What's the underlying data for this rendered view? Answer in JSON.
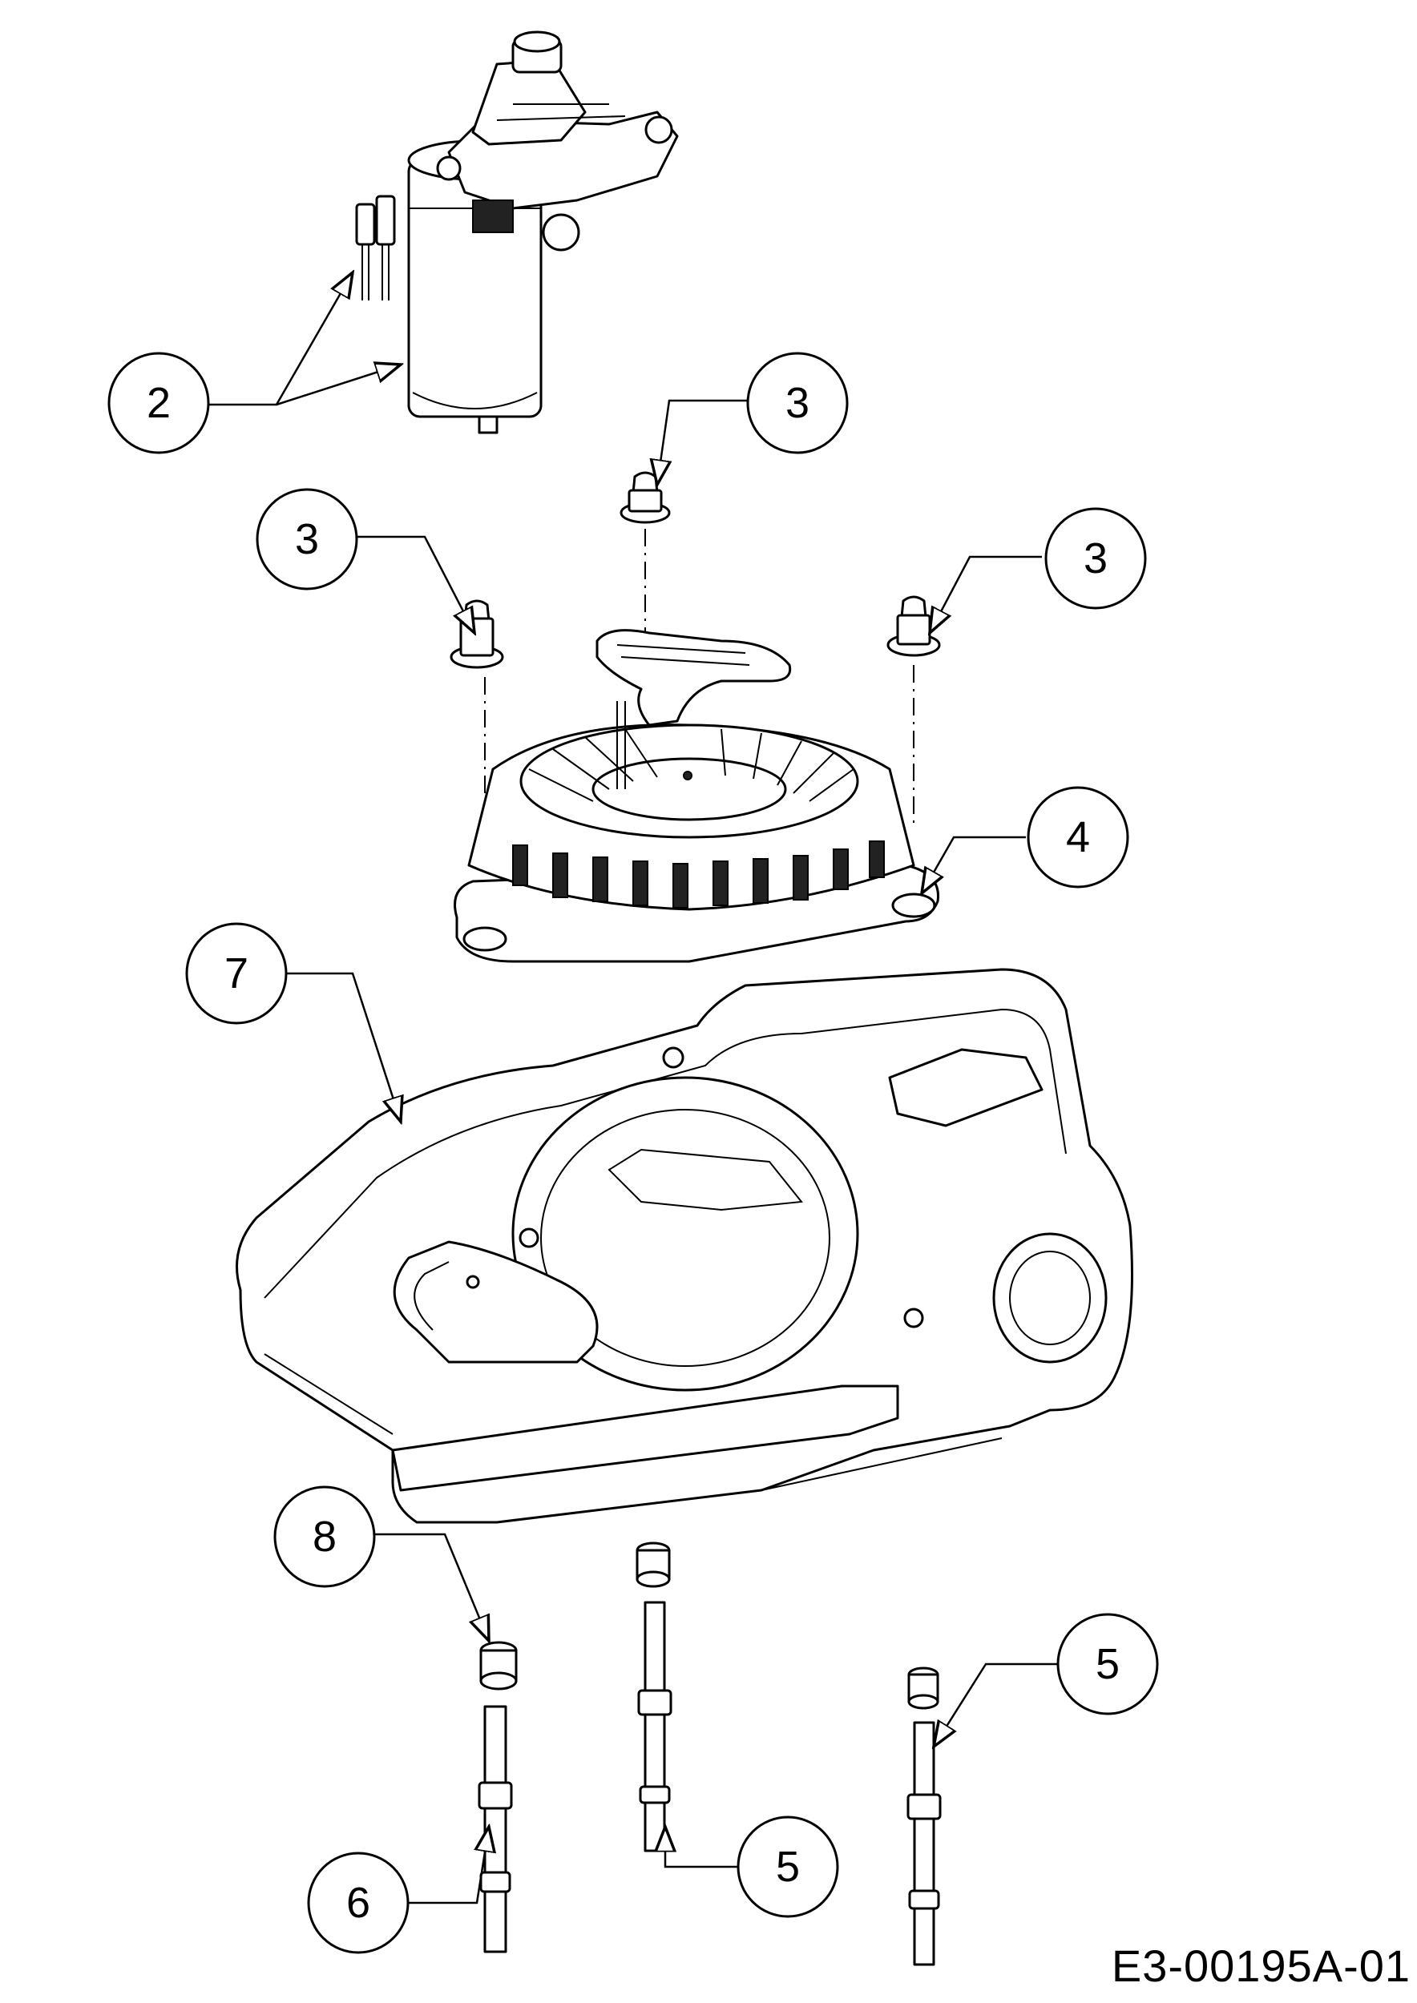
{
  "drawing": {
    "code": "E3-00195A-01"
  },
  "callouts": [
    {
      "id": "c2",
      "label": "2"
    },
    {
      "id": "c3a",
      "label": "3"
    },
    {
      "id": "c3b",
      "label": "3"
    },
    {
      "id": "c3c",
      "label": "3"
    },
    {
      "id": "c4",
      "label": "4"
    },
    {
      "id": "c7",
      "label": "7"
    },
    {
      "id": "c8",
      "label": "8"
    },
    {
      "id": "c5a",
      "label": "5"
    },
    {
      "id": "c5b",
      "label": "5"
    },
    {
      "id": "c6",
      "label": "6"
    }
  ],
  "colors": {
    "line": "#000000",
    "background": "#ffffff"
  }
}
